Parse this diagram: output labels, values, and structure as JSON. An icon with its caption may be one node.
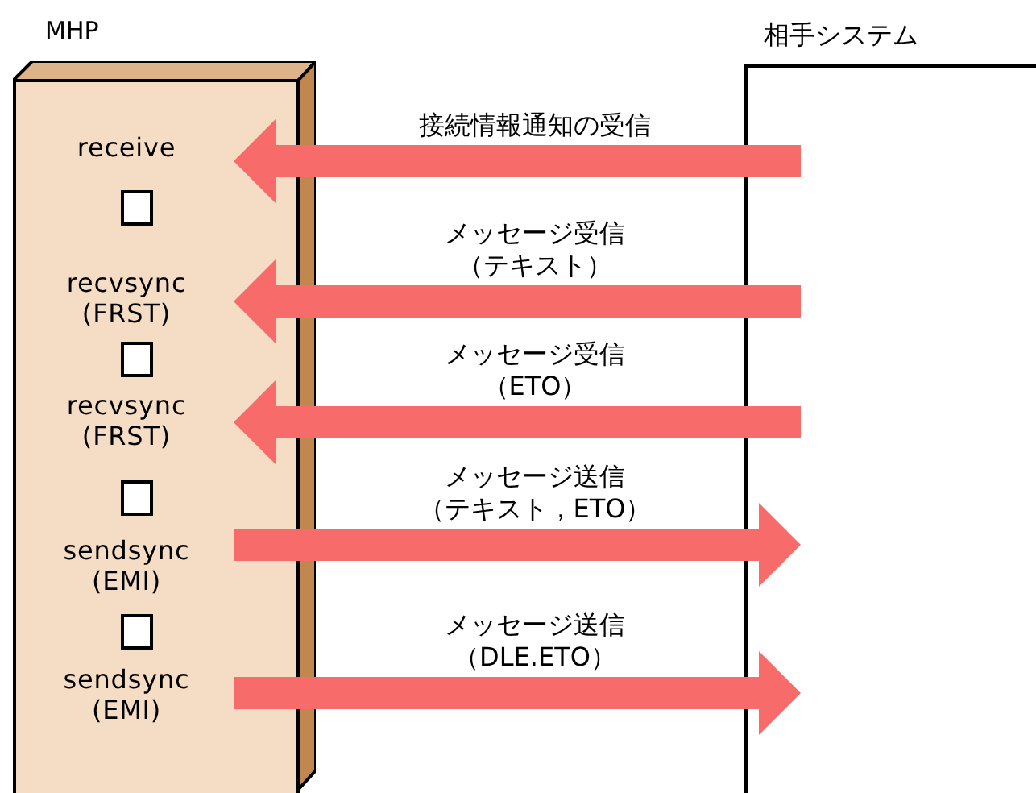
{
  "diagram": {
    "nodes": [
      {
        "text": [
          "MHP"
        ]
      },
      {
        "text": [
          "相手システム"
        ]
      },
      {
        "text": [
          "receive"
        ],
        "in": 0
      },
      {
        "text": [],
        "shape": "box",
        "in": 0
      },
      {
        "text": [
          "recvsync (FRST)"
        ],
        "in": 0
      },
      {
        "text": [],
        "shape": "box",
        "in": 0
      },
      {
        "text": [
          "recvsync (FRST)"
        ],
        "in": 0
      },
      {
        "text": [],
        "shape": "box",
        "in": 0
      },
      {
        "text": [
          "sendsync (EMI)"
        ],
        "in": 0
      },
      {
        "text": [],
        "shape": "box",
        "in": 0
      },
      {
        "text": [
          "sendsync (EMI)"
        ],
        "in": 0
      }
    ],
    "edges": [
      {
        "from": 1,
        "to": 2,
        "arrow": "to",
        "label": "接続情報通知の受信"
      },
      {
        "from": 1,
        "to": 4,
        "arrow": "to",
        "label": "メッセージ受信（テキスト）"
      },
      {
        "from": 1,
        "to": 6,
        "arrow": "to",
        "label": "メッセージ受信（ETO）"
      },
      {
        "from": 8,
        "to": 1,
        "arrow": "to",
        "label": "メッセージ送信（テキスト，ETO）"
      },
      {
        "from": 10,
        "to": 1,
        "arrow": "to",
        "label": "メッセージ送信（DLE.ETO）"
      }
    ]
  }
}
